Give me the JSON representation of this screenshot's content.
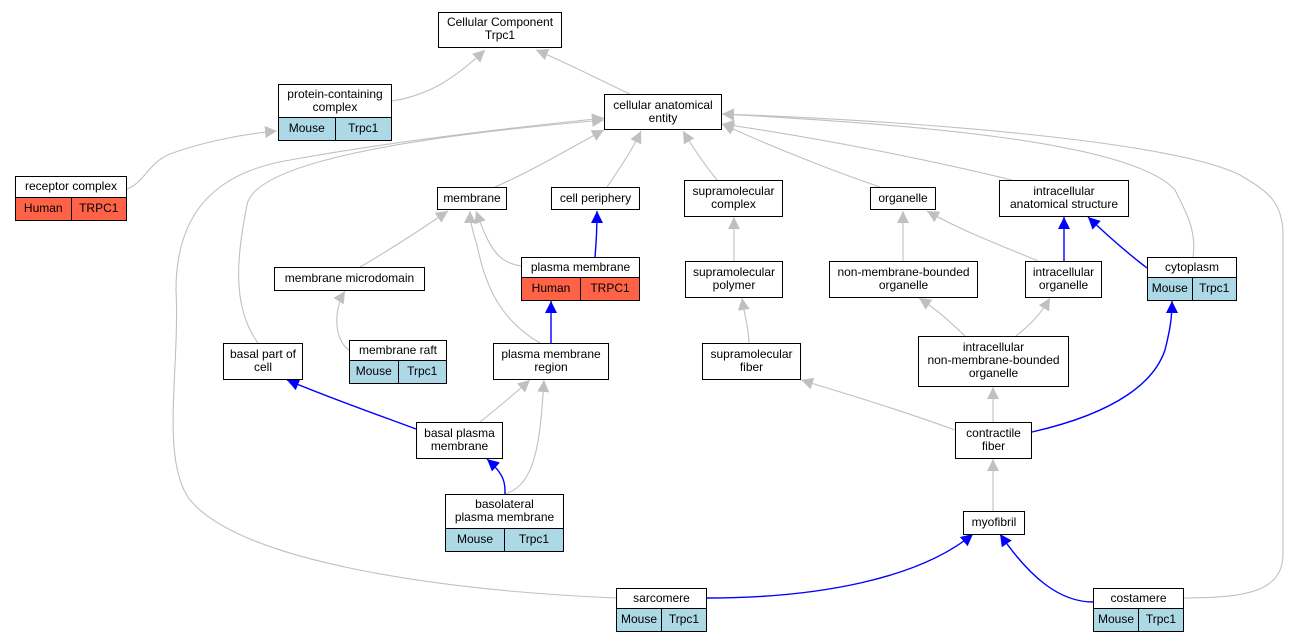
{
  "colors": {
    "gray_edge": "#c0c0c0",
    "blue_edge": "#0000ff",
    "mouse_fill": "#add8e6",
    "human_fill": "#ff6347"
  },
  "nodes": {
    "root": {
      "label": "Cellular Component\nTrpc1"
    },
    "cae": {
      "label": "cellular anatomical\nentity"
    },
    "pcc": {
      "label": "protein-containing\ncomplex",
      "tags": [
        "Mouse",
        "Trpc1"
      ]
    },
    "rc": {
      "label": "receptor complex",
      "tags": [
        "Human",
        "TRPC1"
      ]
    },
    "membrane": {
      "label": "membrane"
    },
    "cp": {
      "label": "cell periphery"
    },
    "smc": {
      "label": "supramolecular\ncomplex"
    },
    "organelle": {
      "label": "organelle"
    },
    "ias": {
      "label": "intracellular\nanatomical structure"
    },
    "mm": {
      "label": "membrane microdomain"
    },
    "pm": {
      "label": "plasma membrane",
      "tags": [
        "Human",
        "TRPC1"
      ]
    },
    "smp": {
      "label": "supramolecular\npolymer"
    },
    "nmbo": {
      "label": "non-membrane-bounded\norganelle"
    },
    "io": {
      "label": "intracellular\norganelle"
    },
    "cyto": {
      "label": "cytoplasm",
      "tags": [
        "Mouse",
        "Trpc1"
      ]
    },
    "bpc": {
      "label": "basal part of\ncell"
    },
    "mr": {
      "label": "membrane raft",
      "tags": [
        "Mouse",
        "Trpc1"
      ]
    },
    "pmr": {
      "label": "plasma membrane\nregion"
    },
    "smf": {
      "label": "supramolecular\nfiber"
    },
    "inmbo": {
      "label": "intracellular\nnon-membrane-bounded\norganelle"
    },
    "bpm": {
      "label": "basal plasma\nmembrane"
    },
    "cf": {
      "label": "contractile\nfiber"
    },
    "blpm": {
      "label": "basolateral\nplasma membrane",
      "tags": [
        "Mouse",
        "Trpc1"
      ]
    },
    "myo": {
      "label": "myofibril"
    },
    "sarc": {
      "label": "sarcomere",
      "tags": [
        "Mouse",
        "Trpc1"
      ]
    },
    "cost": {
      "label": "costamere",
      "tags": [
        "Mouse",
        "Trpc1"
      ]
    }
  },
  "edges": [
    {
      "from": "cae",
      "to": "root",
      "color": "gray"
    },
    {
      "from": "pcc",
      "to": "root",
      "color": "gray"
    },
    {
      "from": "rc",
      "to": "pcc",
      "color": "gray"
    },
    {
      "from": "membrane",
      "to": "cae",
      "color": "gray"
    },
    {
      "from": "cp",
      "to": "cae",
      "color": "gray"
    },
    {
      "from": "smc",
      "to": "cae",
      "color": "gray"
    },
    {
      "from": "organelle",
      "to": "cae",
      "color": "gray"
    },
    {
      "from": "ias",
      "to": "cae",
      "color": "gray"
    },
    {
      "from": "cyto",
      "to": "cae",
      "color": "gray"
    },
    {
      "from": "bpc",
      "to": "cae",
      "color": "gray"
    },
    {
      "from": "sarc",
      "to": "cae",
      "color": "gray"
    },
    {
      "from": "cost",
      "to": "cae",
      "color": "gray"
    },
    {
      "from": "mm",
      "to": "membrane",
      "color": "gray"
    },
    {
      "from": "pm",
      "to": "membrane",
      "color": "gray"
    },
    {
      "from": "pmr",
      "to": "membrane",
      "color": "gray"
    },
    {
      "from": "pm",
      "to": "cp",
      "color": "blue"
    },
    {
      "from": "smp",
      "to": "smc",
      "color": "gray"
    },
    {
      "from": "nmbo",
      "to": "organelle",
      "color": "gray"
    },
    {
      "from": "io",
      "to": "organelle",
      "color": "gray"
    },
    {
      "from": "io",
      "to": "ias",
      "color": "blue"
    },
    {
      "from": "cyto",
      "to": "ias",
      "color": "blue"
    },
    {
      "from": "mr",
      "to": "mm",
      "color": "gray"
    },
    {
      "from": "pmr",
      "to": "pm",
      "color": "blue"
    },
    {
      "from": "smf",
      "to": "smp",
      "color": "gray"
    },
    {
      "from": "inmbo",
      "to": "nmbo",
      "color": "gray"
    },
    {
      "from": "inmbo",
      "to": "io",
      "color": "gray"
    },
    {
      "from": "cf",
      "to": "cyto",
      "color": "blue"
    },
    {
      "from": "bpm",
      "to": "bpc",
      "color": "blue"
    },
    {
      "from": "bpm",
      "to": "pmr",
      "color": "gray"
    },
    {
      "from": "blpm",
      "to": "pmr",
      "color": "gray"
    },
    {
      "from": "blpm",
      "to": "bpm",
      "color": "blue"
    },
    {
      "from": "cf",
      "to": "smf",
      "color": "gray"
    },
    {
      "from": "cf",
      "to": "inmbo",
      "color": "gray"
    },
    {
      "from": "myo",
      "to": "cf",
      "color": "gray"
    },
    {
      "from": "sarc",
      "to": "myo",
      "color": "blue"
    },
    {
      "from": "cost",
      "to": "myo",
      "color": "blue"
    }
  ]
}
